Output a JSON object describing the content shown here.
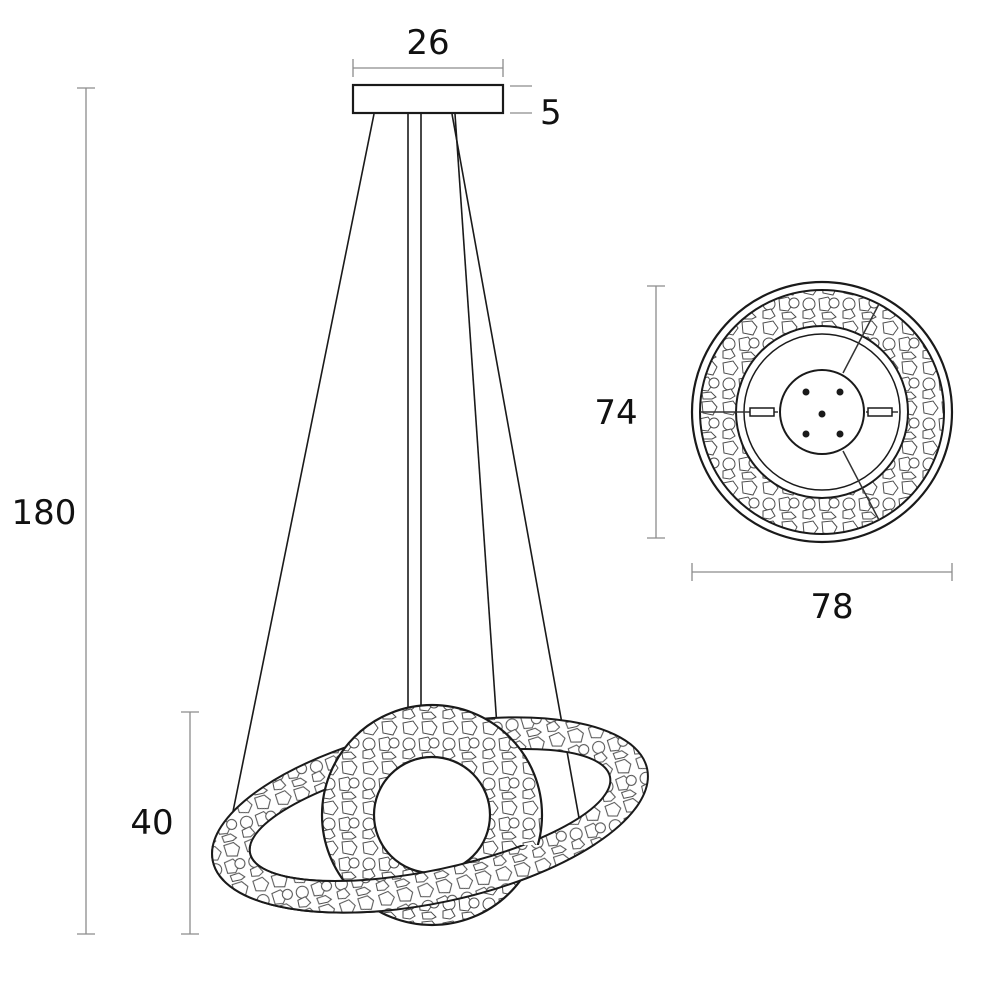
{
  "drawing": {
    "type": "technical-dimension-drawing",
    "subject": "pendant-lamp-two-rings",
    "background_color": "#ffffff",
    "line_color": "#1a1a1a",
    "dim_line_color": "#8c8c8c",
    "pebble_line_color": "#4d4d4d",
    "text_color": "#111111",
    "front_view": {
      "labels": {
        "canopy_width": "26",
        "canopy_height": "5",
        "overall_height": "180",
        "fixture_height": "40"
      }
    },
    "top_view": {
      "labels": {
        "inner_diameter": "74",
        "outer_diameter": "78"
      }
    }
  }
}
